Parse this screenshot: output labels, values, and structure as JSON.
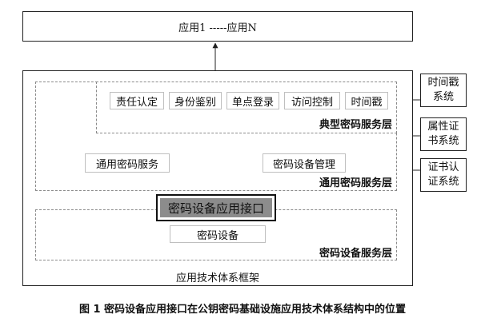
{
  "apps": {
    "label": "应用1 -----应用N"
  },
  "framework": {
    "label": "应用技术体系框架"
  },
  "typical_layer": {
    "label": "典型密码服务层",
    "services": [
      "责任认定",
      "身份鉴别",
      "单点登录",
      "访问控制",
      "时间戳"
    ]
  },
  "general_layer": {
    "label": "通用密码服务层",
    "services": [
      "通用密码服务",
      "密码设备管理"
    ]
  },
  "interface": {
    "label": "密码设备应用接口"
  },
  "device_layer": {
    "label": "密码设备服务层",
    "device": "密码设备"
  },
  "side_systems": [
    {
      "line1": "时间戳",
      "line2": "系统"
    },
    {
      "line1": "属性证",
      "line2": "书系统"
    },
    {
      "line1": "证书认",
      "line2": "证系统"
    }
  ],
  "caption": "图 1   密码设备应用接口在公钥密码基础设施应用技术体系结构中的位置",
  "colors": {
    "interface_fill": "#8c8c8c",
    "line": "#222222",
    "dash": "#8a8a8a"
  }
}
